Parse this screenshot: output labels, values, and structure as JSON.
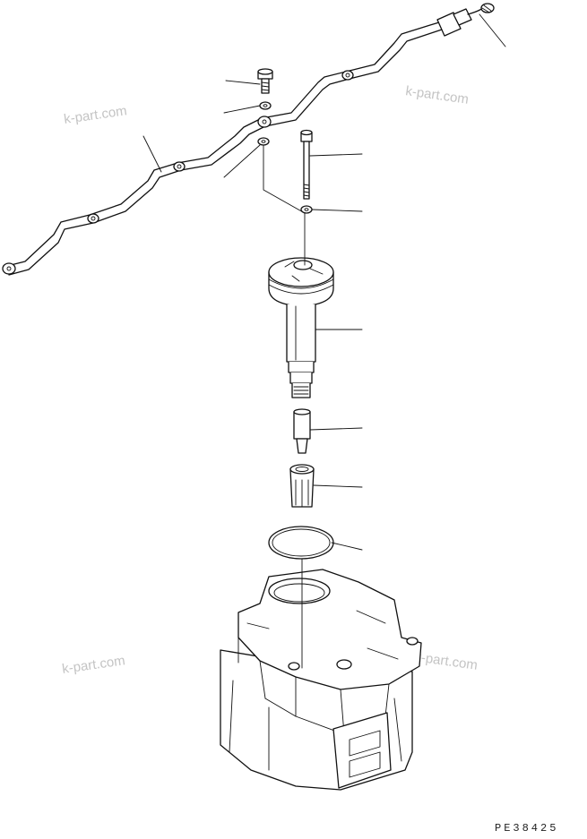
{
  "watermarks": [
    "k-part.com",
    "k-part.com",
    "k-part.com",
    "k-part.com"
  ],
  "drawing_code": "PE38425",
  "parts": [
    "fuel-return-tube",
    "fitting",
    "bolt",
    "washer",
    "seal-washer",
    "long-bolt",
    "clamp-washer",
    "injector-holder",
    "nozzle-tip",
    "nozzle-sleeve",
    "o-ring",
    "cylinder-head"
  ]
}
